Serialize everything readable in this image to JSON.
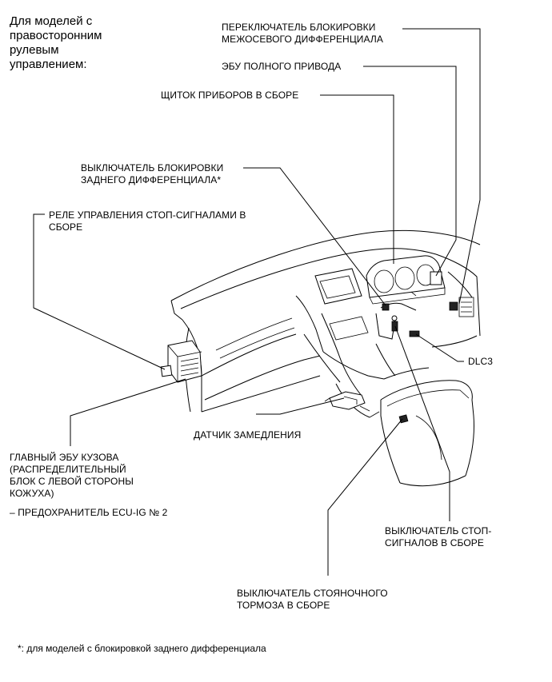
{
  "header_note": {
    "lines": [
      "Для моделей с",
      "правосторонним",
      "рулевым",
      "управлением:"
    ]
  },
  "labels": {
    "center_diff_lock_switch": [
      "ПЕРЕКЛЮЧАТЕЛЬ БЛОКИРОВКИ",
      "МЕЖОСЕВОГО ДИФФЕРЕНЦИАЛА"
    ],
    "awd_ecu": [
      "ЭБУ ПОЛНОГО ПРИВОДА"
    ],
    "instrument_cluster": [
      "ЩИТОК ПРИБОРОВ В СБОРЕ"
    ],
    "rear_diff_lock_switch": [
      "ВЫКЛЮЧАТЕЛЬ БЛОКИРОВКИ",
      "ЗАДНЕГО ДИФФЕРЕНЦИАЛА*"
    ],
    "stop_lamp_relay": [
      "РЕЛЕ УПРАВЛЕНИЯ СТОП-СИГНАЛАМИ В",
      "СБОРЕ"
    ],
    "dlc3": [
      "DLC3"
    ],
    "decel_sensor": [
      "ДАТЧИК ЗАМЕДЛЕНИЯ"
    ],
    "main_body_ecu": [
      "ГЛАВНЫЙ ЭБУ КУЗОВА",
      "(РАСПРЕДЕЛИТЕЛЬНЫЙ",
      "БЛОК С ЛЕВОЙ СТОРОНЫ",
      "КОЖУХА)"
    ],
    "fuse": [
      "– ПРЕДОХРАНИТЕЛЬ ECU-IG № 2"
    ],
    "stop_lamp_switch": [
      "ВЫКЛЮЧАТЕЛЬ СТОП-",
      "СИГНАЛОВ В СБОРЕ"
    ],
    "parking_brake_switch": [
      "ВЫКЛЮЧАТЕЛЬ СТОЯНОЧНОГО",
      "ТОРМОЗА В СБОРЕ"
    ]
  },
  "footnote": "*: для моделей с блокировкой заднего дифференциала"
}
